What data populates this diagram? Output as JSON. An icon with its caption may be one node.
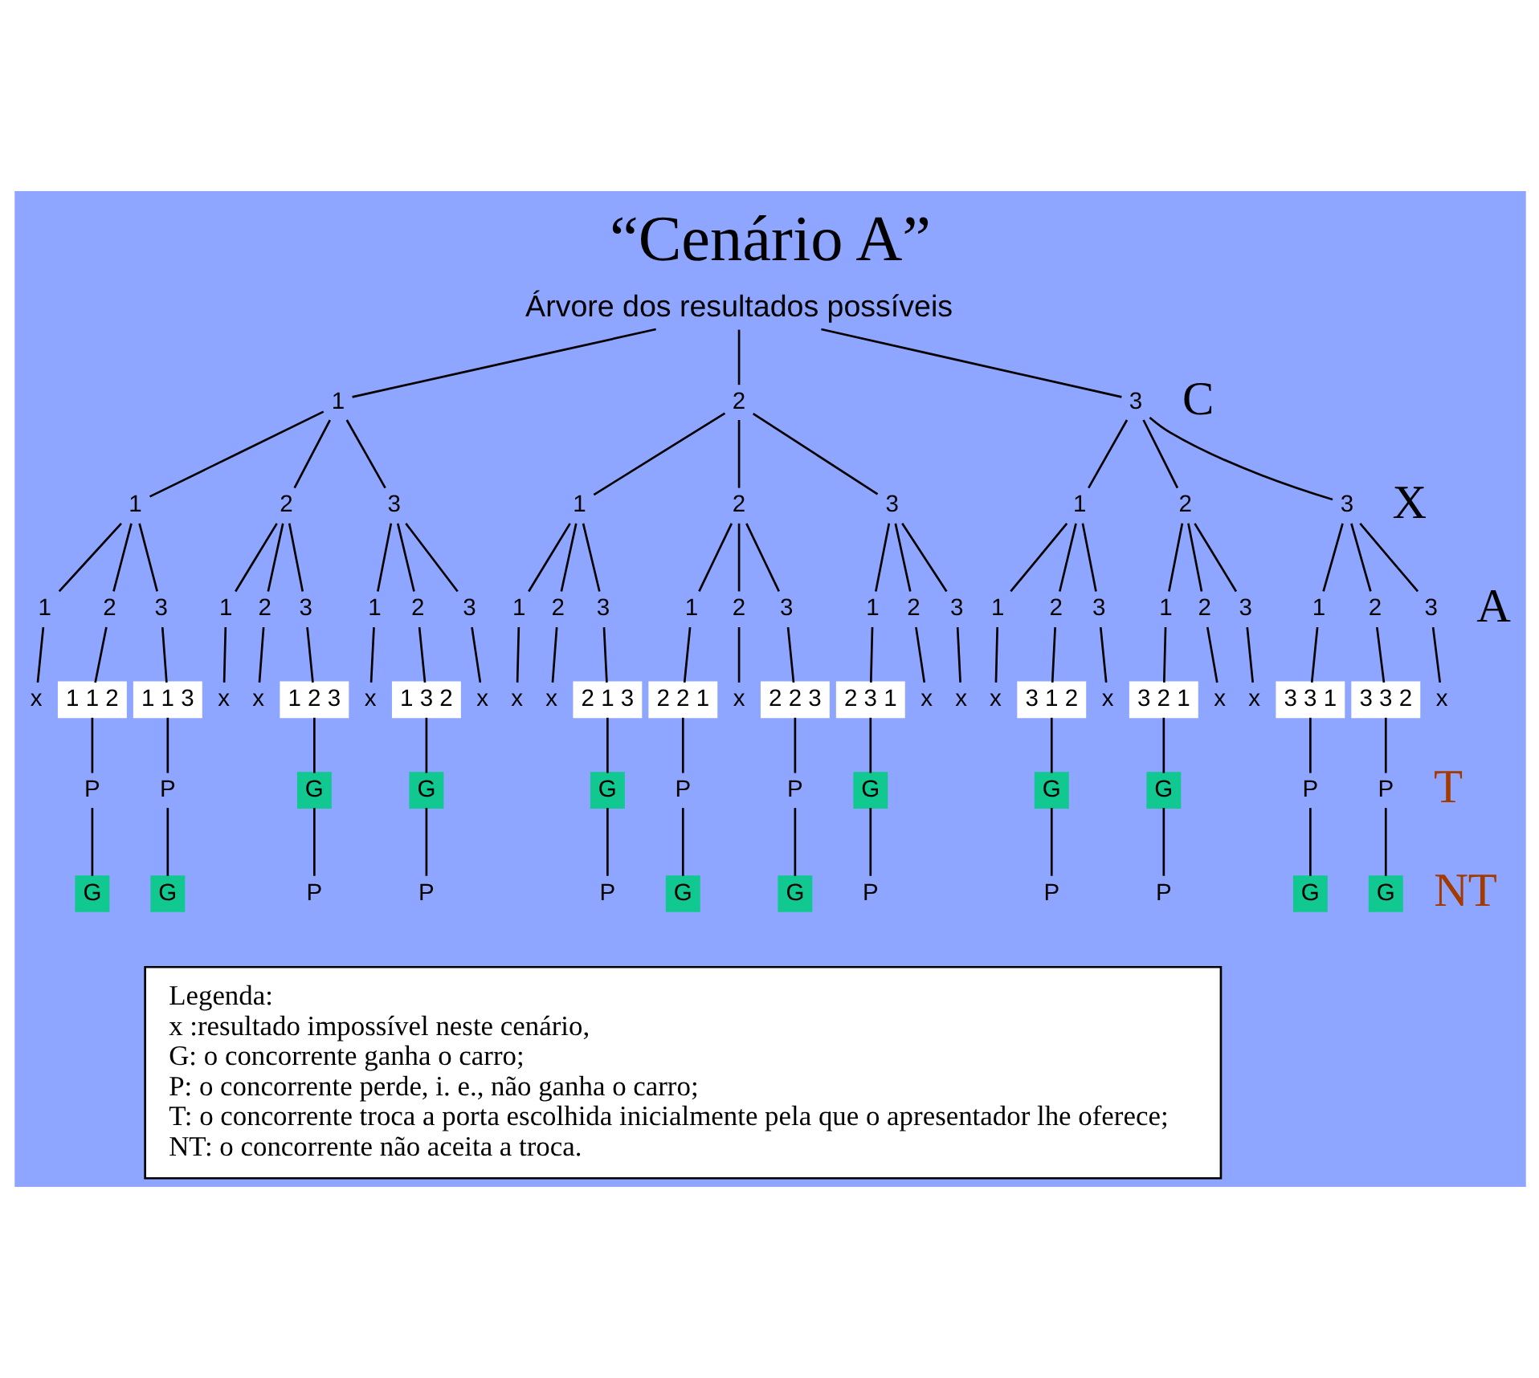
{
  "diagram": {
    "title": "“Cenário A”",
    "nodes": [
      {
        "text": [
          "Árvore dos resultados possíveis"
        ]
      },
      {
        "text": [
          "1"
        ]
      },
      {
        "text": [
          "2"
        ]
      },
      {
        "text": [
          "3"
        ]
      },
      {
        "text": [
          "1"
        ]
      },
      {
        "text": [
          "2"
        ]
      },
      {
        "text": [
          "3"
        ]
      },
      {
        "text": [
          "1"
        ]
      },
      {
        "text": [
          "2"
        ]
      },
      {
        "text": [
          "3"
        ]
      },
      {
        "text": [
          "1"
        ]
      },
      {
        "text": [
          "2"
        ]
      },
      {
        "text": [
          "3"
        ]
      },
      {
        "text": [
          "1"
        ]
      },
      {
        "text": [
          "2"
        ]
      },
      {
        "text": [
          "3"
        ]
      },
      {
        "text": [
          "1"
        ]
      },
      {
        "text": [
          "2"
        ]
      },
      {
        "text": [
          "3"
        ]
      },
      {
        "text": [
          "1"
        ]
      },
      {
        "text": [
          "2"
        ]
      },
      {
        "text": [
          "3"
        ]
      },
      {
        "text": [
          "1"
        ]
      },
      {
        "text": [
          "2"
        ]
      },
      {
        "text": [
          "3"
        ]
      },
      {
        "text": [
          "1"
        ]
      },
      {
        "text": [
          "2"
        ]
      },
      {
        "text": [
          "3"
        ]
      },
      {
        "text": [
          "1"
        ]
      },
      {
        "text": [
          "2"
        ]
      },
      {
        "text": [
          "3"
        ]
      },
      {
        "text": [
          "1"
        ]
      },
      {
        "text": [
          "2"
        ]
      },
      {
        "text": [
          "3"
        ]
      },
      {
        "text": [
          "1"
        ]
      },
      {
        "text": [
          "2"
        ]
      },
      {
        "text": [
          "3"
        ]
      },
      {
        "text": [
          "1"
        ]
      },
      {
        "text": [
          "2"
        ]
      },
      {
        "text": [
          "3"
        ]
      },
      {
        "text": [
          "x"
        ]
      },
      {
        "text": [
          "1 1 2"
        ]
      },
      {
        "text": [
          "1 1 3"
        ]
      },
      {
        "text": [
          "x"
        ]
      },
      {
        "text": [
          "x"
        ]
      },
      {
        "text": [
          "1 2 3"
        ]
      },
      {
        "text": [
          "x"
        ]
      },
      {
        "text": [
          "1 3 2"
        ]
      },
      {
        "text": [
          "x"
        ]
      },
      {
        "text": [
          "x"
        ]
      },
      {
        "text": [
          "x"
        ]
      },
      {
        "text": [
          "2 1 3"
        ]
      },
      {
        "text": [
          "2 2 1"
        ]
      },
      {
        "text": [
          "x"
        ]
      },
      {
        "text": [
          "2 2 3"
        ]
      },
      {
        "text": [
          "2 3 1"
        ]
      },
      {
        "text": [
          "x"
        ]
      },
      {
        "text": [
          "x"
        ]
      },
      {
        "text": [
          "x"
        ]
      },
      {
        "text": [
          "3 1 2"
        ]
      },
      {
        "text": [
          "x"
        ]
      },
      {
        "text": [
          "3 2 1"
        ]
      },
      {
        "text": [
          "x"
        ]
      },
      {
        "text": [
          "x"
        ]
      },
      {
        "text": [
          "3 3 1"
        ]
      },
      {
        "text": [
          "3 3 2"
        ]
      },
      {
        "text": [
          "x"
        ]
      },
      {
        "text": [
          "P"
        ]
      },
      {
        "text": [
          "P"
        ]
      },
      {
        "text": [
          "G"
        ]
      },
      {
        "text": [
          "G"
        ]
      },
      {
        "text": [
          "G"
        ]
      },
      {
        "text": [
          "P"
        ]
      },
      {
        "text": [
          "P"
        ]
      },
      {
        "text": [
          "G"
        ]
      },
      {
        "text": [
          "G"
        ]
      },
      {
        "text": [
          "G"
        ]
      },
      {
        "text": [
          "P"
        ]
      },
      {
        "text": [
          "P"
        ]
      },
      {
        "text": [
          "G"
        ]
      },
      {
        "text": [
          "G"
        ]
      },
      {
        "text": [
          "P"
        ]
      },
      {
        "text": [
          "P"
        ]
      },
      {
        "text": [
          "P"
        ]
      },
      {
        "text": [
          "G"
        ]
      },
      {
        "text": [
          "G"
        ]
      },
      {
        "text": [
          "P"
        ]
      },
      {
        "text": [
          "P"
        ]
      },
      {
        "text": [
          "P"
        ]
      },
      {
        "text": [
          "G"
        ]
      },
      {
        "text": [
          "G"
        ]
      },
      {
        "text": [
          "Legenda:",
          "x :resultado impossível neste cenário,",
          "G: o concorrente ganha o carro;",
          "P: o concorrente perde, i. e., não ganha o carro;",
          "T: o concorrente troca a porta escolhida inicialmente pela que o apresentador lhe oferece;",
          "NT: o concorrente não aceita a troca."
        ]
      }
    ],
    "edges": [
      {
        "from": 0,
        "to": 1,
        "arrow": "none"
      },
      {
        "from": 0,
        "to": 2,
        "arrow": "none"
      },
      {
        "from": 0,
        "to": 3,
        "arrow": "none"
      },
      {
        "from": 1,
        "to": 4,
        "arrow": "none"
      },
      {
        "from": 1,
        "to": 5,
        "arrow": "none"
      },
      {
        "from": 1,
        "to": 6,
        "arrow": "none"
      },
      {
        "from": 2,
        "to": 7,
        "arrow": "none"
      },
      {
        "from": 2,
        "to": 8,
        "arrow": "none"
      },
      {
        "from": 2,
        "to": 9,
        "arrow": "none"
      },
      {
        "from": 3,
        "to": 10,
        "arrow": "none"
      },
      {
        "from": 3,
        "to": 11,
        "arrow": "none"
      },
      {
        "from": 3,
        "to": 12,
        "arrow": "none"
      },
      {
        "from": 4,
        "to": 13,
        "arrow": "none"
      },
      {
        "from": 4,
        "to": 14,
        "arrow": "none"
      },
      {
        "from": 4,
        "to": 15,
        "arrow": "none"
      },
      {
        "from": 5,
        "to": 16,
        "arrow": "none"
      },
      {
        "from": 5,
        "to": 17,
        "arrow": "none"
      },
      {
        "from": 5,
        "to": 18,
        "arrow": "none"
      },
      {
        "from": 6,
        "to": 19,
        "arrow": "none"
      },
      {
        "from": 6,
        "to": 20,
        "arrow": "none"
      },
      {
        "from": 6,
        "to": 21,
        "arrow": "none"
      },
      {
        "from": 7,
        "to": 22,
        "arrow": "none"
      },
      {
        "from": 7,
        "to": 23,
        "arrow": "none"
      },
      {
        "from": 7,
        "to": 24,
        "arrow": "none"
      },
      {
        "from": 8,
        "to": 25,
        "arrow": "none"
      },
      {
        "from": 8,
        "to": 26,
        "arrow": "none"
      },
      {
        "from": 8,
        "to": 27,
        "arrow": "none"
      },
      {
        "from": 9,
        "to": 28,
        "arrow": "none"
      },
      {
        "from": 9,
        "to": 29,
        "arrow": "none"
      },
      {
        "from": 9,
        "to": 30,
        "arrow": "none"
      },
      {
        "from": 10,
        "to": 31,
        "arrow": "none"
      },
      {
        "from": 10,
        "to": 32,
        "arrow": "none"
      },
      {
        "from": 10,
        "to": 33,
        "arrow": "none"
      },
      {
        "from": 11,
        "to": 34,
        "arrow": "none"
      },
      {
        "from": 11,
        "to": 35,
        "arrow": "none"
      },
      {
        "from": 11,
        "to": 36,
        "arrow": "none"
      },
      {
        "from": 12,
        "to": 37,
        "arrow": "none"
      },
      {
        "from": 12,
        "to": 38,
        "arrow": "none"
      },
      {
        "from": 12,
        "to": 39,
        "arrow": "none"
      },
      {
        "from": 13,
        "to": 40,
        "arrow": "none"
      },
      {
        "from": 14,
        "to": 41,
        "arrow": "none"
      },
      {
        "from": 15,
        "to": 42,
        "arrow": "none"
      },
      {
        "from": 16,
        "to": 43,
        "arrow": "none"
      },
      {
        "from": 17,
        "to": 44,
        "arrow": "none"
      },
      {
        "from": 18,
        "to": 45,
        "arrow": "none"
      },
      {
        "from": 19,
        "to": 46,
        "arrow": "none"
      },
      {
        "from": 20,
        "to": 47,
        "arrow": "none"
      },
      {
        "from": 21,
        "to": 48,
        "arrow": "none"
      },
      {
        "from": 22,
        "to": 49,
        "arrow": "none"
      },
      {
        "from": 23,
        "to": 50,
        "arrow": "none"
      },
      {
        "from": 24,
        "to": 51,
        "arrow": "none"
      },
      {
        "from": 25,
        "to": 52,
        "arrow": "none"
      },
      {
        "from": 26,
        "to": 53,
        "arrow": "none"
      },
      {
        "from": 27,
        "to": 54,
        "arrow": "none"
      },
      {
        "from": 28,
        "to": 55,
        "arrow": "none"
      },
      {
        "from": 29,
        "to": 56,
        "arrow": "none"
      },
      {
        "from": 30,
        "to": 57,
        "arrow": "none"
      },
      {
        "from": 31,
        "to": 58,
        "arrow": "none"
      },
      {
        "from": 32,
        "to": 59,
        "arrow": "none"
      },
      {
        "from": 33,
        "to": 60,
        "arrow": "none"
      },
      {
        "from": 34,
        "to": 61,
        "arrow": "none"
      },
      {
        "from": 35,
        "to": 62,
        "arrow": "none"
      },
      {
        "from": 36,
        "to": 63,
        "arrow": "none"
      },
      {
        "from": 37,
        "to": 64,
        "arrow": "none"
      },
      {
        "from": 38,
        "to": 65,
        "arrow": "none"
      },
      {
        "from": 39,
        "to": 66,
        "arrow": "none"
      },
      {
        "from": 41,
        "to": 67,
        "arrow": "none"
      },
      {
        "from": 42,
        "to": 68,
        "arrow": "none"
      },
      {
        "from": 45,
        "to": 69,
        "arrow": "none"
      },
      {
        "from": 47,
        "to": 70,
        "arrow": "none"
      },
      {
        "from": 51,
        "to": 71,
        "arrow": "none"
      },
      {
        "from": 52,
        "to": 72,
        "arrow": "none"
      },
      {
        "from": 54,
        "to": 73,
        "arrow": "none"
      },
      {
        "from": 55,
        "to": 74,
        "arrow": "none"
      },
      {
        "from": 59,
        "to": 75,
        "arrow": "none"
      },
      {
        "from": 61,
        "to": 76,
        "arrow": "none"
      },
      {
        "from": 64,
        "to": 77,
        "arrow": "none"
      },
      {
        "from": 65,
        "to": 78,
        "arrow": "none"
      },
      {
        "from": 67,
        "to": 79,
        "arrow": "none"
      },
      {
        "from": 68,
        "to": 80,
        "arrow": "none"
      },
      {
        "from": 69,
        "to": 81,
        "arrow": "none"
      },
      {
        "from": 70,
        "to": 82,
        "arrow": "none"
      },
      {
        "from": 71,
        "to": 83,
        "arrow": "none"
      },
      {
        "from": 72,
        "to": 84,
        "arrow": "none"
      },
      {
        "from": 73,
        "to": 85,
        "arrow": "none"
      },
      {
        "from": 74,
        "to": 86,
        "arrow": "none"
      },
      {
        "from": 75,
        "to": 87,
        "arrow": "none"
      },
      {
        "from": 76,
        "to": 88,
        "arrow": "none"
      },
      {
        "from": 77,
        "to": 89,
        "arrow": "none"
      },
      {
        "from": 78,
        "to": 90,
        "arrow": "none"
      }
    ],
    "labels": [
      "C",
      "X",
      "A",
      "T",
      "NT"
    ]
  }
}
